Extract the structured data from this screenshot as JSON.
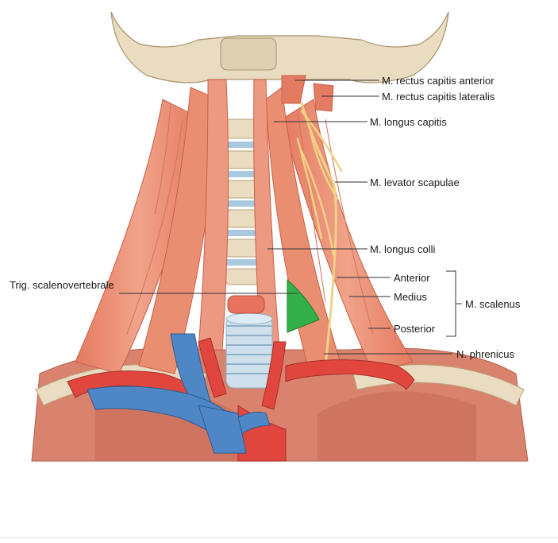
{
  "labels": {
    "rectus_anterior": "M. rectus capitis anterior",
    "rectus_lateralis": "M. rectus capitis lateralis",
    "longus_capitis": "M. longus capitis",
    "levator_scapulae": "M. levator scapulae",
    "longus_colli": "M. longus colli",
    "trig_scalenovertebrale": "Trig. scalenovertebrale",
    "anterior": "Anterior",
    "medius": "Medius",
    "posterior": "Posterior",
    "scalenus": "M. scalenus",
    "phrenicus": "N. phrenicus"
  },
  "colors": {
    "bone": "#e9dcc0",
    "bone_dark": "#c9b48f",
    "muscle": "#e98b6f",
    "muscle_dark": "#c9604a",
    "vein": "#4f86c6",
    "artery": "#e0463d",
    "nerve": "#f0d287",
    "cartilage": "#a9c9e0",
    "triangle_highlight": "#34b04a",
    "leader_line": "#333333"
  }
}
